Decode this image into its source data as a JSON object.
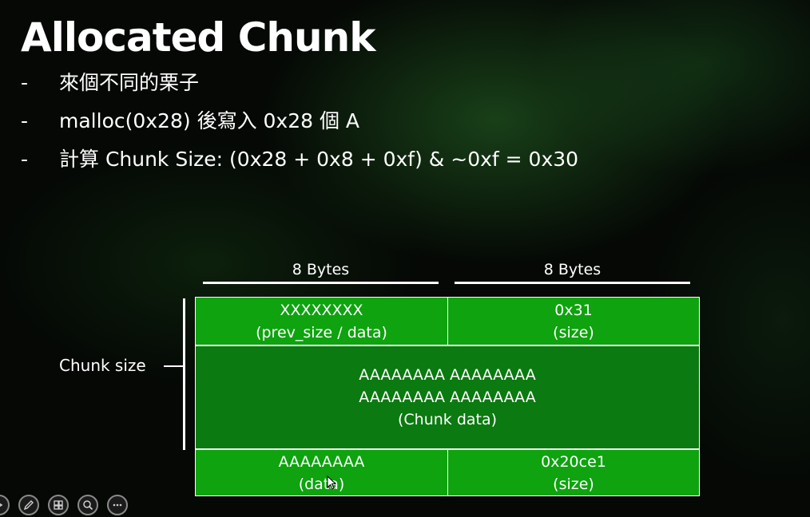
{
  "slide": {
    "title": "Allocated Chunk",
    "bullets": [
      {
        "marker": "-",
        "text": "來個不同的栗子"
      },
      {
        "marker": "-",
        "text": "malloc(0x28) 後寫入 0x28 個 A"
      },
      {
        "marker": "-",
        "text": "計算 Chunk Size: (0x28 + 0x8 + 0xf) & ~0xf = 0x30"
      }
    ]
  },
  "diagram": {
    "column_headers": [
      "8 Bytes",
      "8 Bytes"
    ],
    "bracket_label": "Chunk size",
    "cells": {
      "r1c1": [
        "XXXXXXXX",
        "(prev_size / data)"
      ],
      "r1c2": [
        "0x31",
        "(size)"
      ],
      "r2": [
        "AAAAAAAA AAAAAAAA",
        "AAAAAAAA AAAAAAAA",
        "(Chunk data)"
      ],
      "r3c1": [
        "AAAAAAAA",
        "(data)"
      ],
      "r3c2": [
        "0x20ce1",
        "(size)"
      ]
    },
    "colors": {
      "bright_green": "#0ea30f",
      "dark_green": "#0b7a10",
      "lines": "#ffffff"
    }
  },
  "toolbar": {
    "icons": [
      "arrow-icon",
      "pen-icon",
      "slides-icon",
      "zoom-icon",
      "more-icon"
    ]
  }
}
